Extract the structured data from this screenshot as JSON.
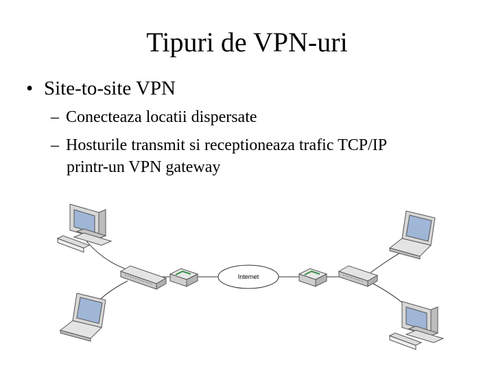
{
  "slide": {
    "title": "Tipuri de VPN-uri",
    "bullet": "Site-to-site VPN",
    "bullet_marker": "•",
    "sub_marker": "–",
    "subitems": [
      "Conecteaza locatii dispersate",
      "Hosturile transmit si receptioneaza trafic TCP/IP",
      "printr-un VPN gateway"
    ]
  },
  "diagram": {
    "cloud_label": "Internet",
    "devices": [
      {
        "kind": "desktop-computer",
        "side": "left"
      },
      {
        "kind": "laptop",
        "side": "left"
      },
      {
        "kind": "switch",
        "side": "left"
      },
      {
        "kind": "vpn-gateway-router",
        "side": "left"
      },
      {
        "kind": "internet-cloud",
        "side": "center"
      },
      {
        "kind": "vpn-gateway-router",
        "side": "right"
      },
      {
        "kind": "switch",
        "side": "right"
      },
      {
        "kind": "laptop",
        "side": "right"
      },
      {
        "kind": "desktop-computer",
        "side": "right"
      }
    ],
    "colors": {
      "screen": "#9fb6d6",
      "device": "#d8d8d8",
      "outline": "#555555",
      "router_accent": "#3a8f4a"
    }
  }
}
